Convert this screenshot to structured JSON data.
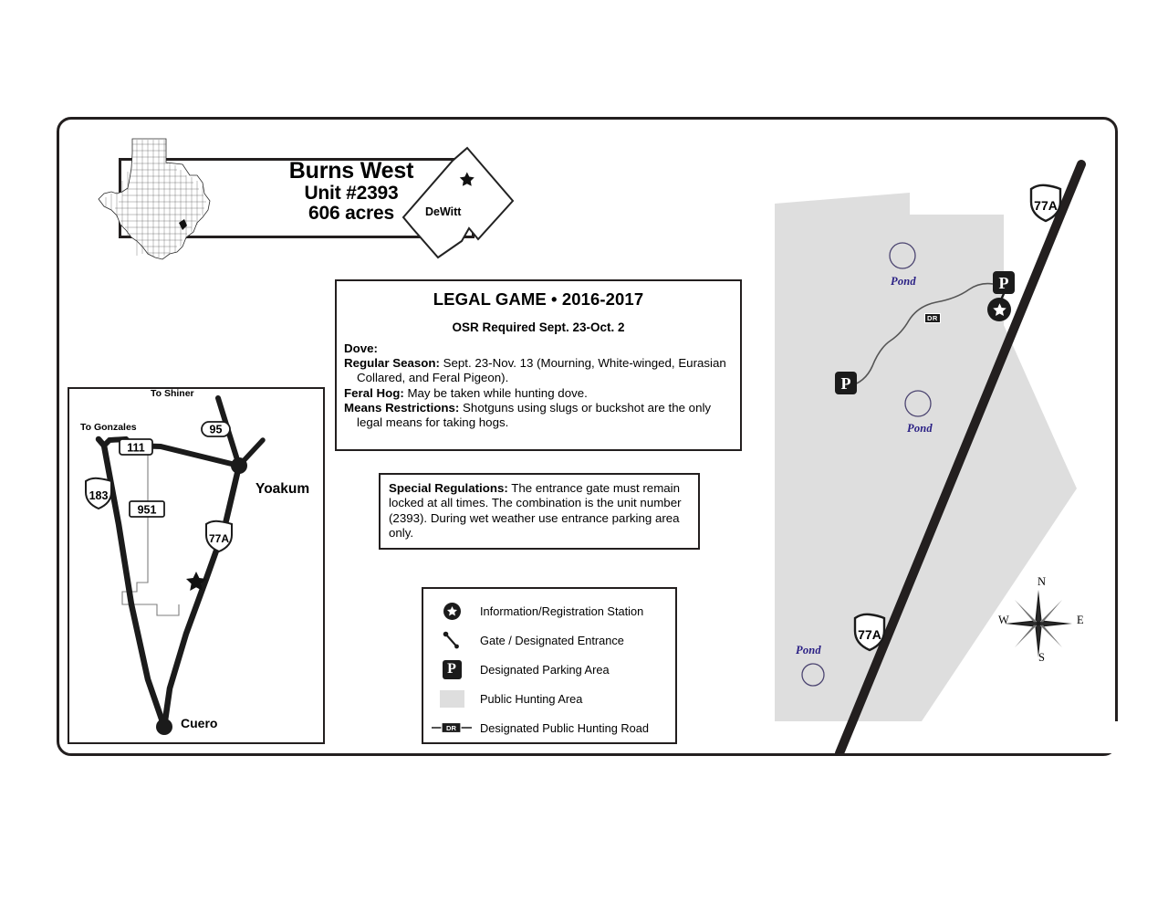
{
  "title": {
    "unit_name": "Burns West",
    "unit_number": "Unit #2393",
    "acreage": "606 acres",
    "county": "DeWitt"
  },
  "legal_game": {
    "heading": "LEGAL GAME • 2016-2017",
    "osr_note": "OSR Required Sept. 23-Oct. 2",
    "entries": [
      {
        "label": "Dove:",
        "text": ""
      },
      {
        "label": "Regular Season:",
        "text": " Sept. 23-Nov. 13 (Mourning, White-winged, Eurasian Collared, and Feral Pigeon)."
      },
      {
        "label": "Feral Hog:",
        "text": " May be taken while hunting dove."
      },
      {
        "label": "Means Restrictions:",
        "text": " Shotguns using slugs or buckshot are the only legal means for taking hogs."
      }
    ]
  },
  "special_regulations": {
    "label": "Special Regulations:",
    "text": " The entrance gate must remain locked at all times.  The combination is the unit number (2393).  During wet weather use entrance parking area only."
  },
  "legend": {
    "items": [
      {
        "icon": "star-in-circle-icon",
        "label": "Information/Registration Station"
      },
      {
        "icon": "gate-icon",
        "label": "Gate / Designated Entrance"
      },
      {
        "icon": "parking-p-icon",
        "label": "Designated Parking Area"
      },
      {
        "icon": "shaded-area-swatch",
        "label": "Public Hunting Area"
      },
      {
        "icon": "designated-road-icon",
        "label": "Designated Public Hunting Road"
      }
    ],
    "parking_glyph": "P",
    "road_glyph": "DR"
  },
  "inset_map": {
    "name": "vicinity-locator-map",
    "places": [
      {
        "name": "To Shiner",
        "type": "direction"
      },
      {
        "name": "To Gonzales",
        "type": "direction"
      },
      {
        "name": "Yoakum",
        "type": "city"
      },
      {
        "name": "Cuero",
        "type": "city"
      }
    ],
    "route_shields": [
      {
        "number": "95",
        "type": "oval"
      },
      {
        "number": "111",
        "type": "rounded-rect"
      },
      {
        "number": "183",
        "type": "us-shield"
      },
      {
        "number": "951",
        "type": "rounded-rect"
      },
      {
        "number": "77A",
        "type": "us-shield"
      }
    ]
  },
  "main_map": {
    "route_shields": [
      {
        "number": "77A",
        "position": "north"
      },
      {
        "number": "77A",
        "position": "south"
      }
    ],
    "pond_labels": [
      "Pond",
      "Pond",
      "Pond"
    ],
    "parking_markers": [
      "P",
      "P"
    ],
    "road_tag": "DR",
    "compass": {
      "n": "N",
      "e": "E",
      "s": "S",
      "w": "W"
    }
  },
  "colors": {
    "ink": "#231f1f",
    "hunting_area_fill": "#dedede",
    "pond_label": "#2b2185",
    "pond_outline": "#4b4470",
    "road": "#231f1f",
    "page_background": "#ffffff"
  }
}
